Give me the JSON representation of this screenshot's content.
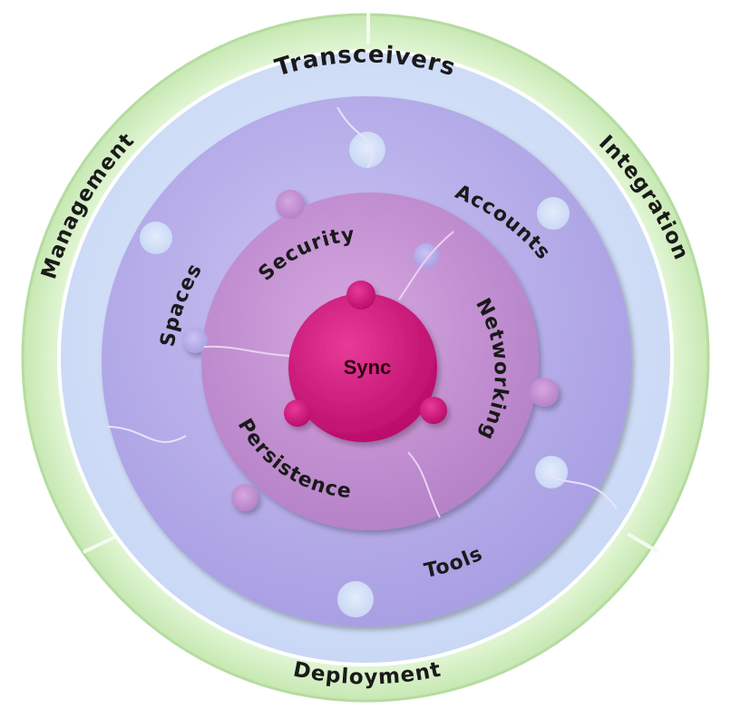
{
  "diagram": {
    "outer_ring": {
      "top_label": "Transceivers",
      "left_label": "Management",
      "right_label": "Integration",
      "bottom_label": "Deployment"
    },
    "middle_ring": {
      "spaces": "Spaces",
      "accounts": "Accounts",
      "tools": "Tools"
    },
    "inner_ring": {
      "security": "Security",
      "networking": "Networking",
      "persistence": "Persistence"
    },
    "core": {
      "label": "Sync"
    },
    "colors": {
      "outer_ring": "#d8f2c8",
      "outer_ring_edge": "#a9d693",
      "band": "#d6e2f8",
      "middle_ring": "#bcb5ec",
      "inner_ring": "#c997d6",
      "core": "#d3107a",
      "seam": "#eef0fb"
    }
  }
}
